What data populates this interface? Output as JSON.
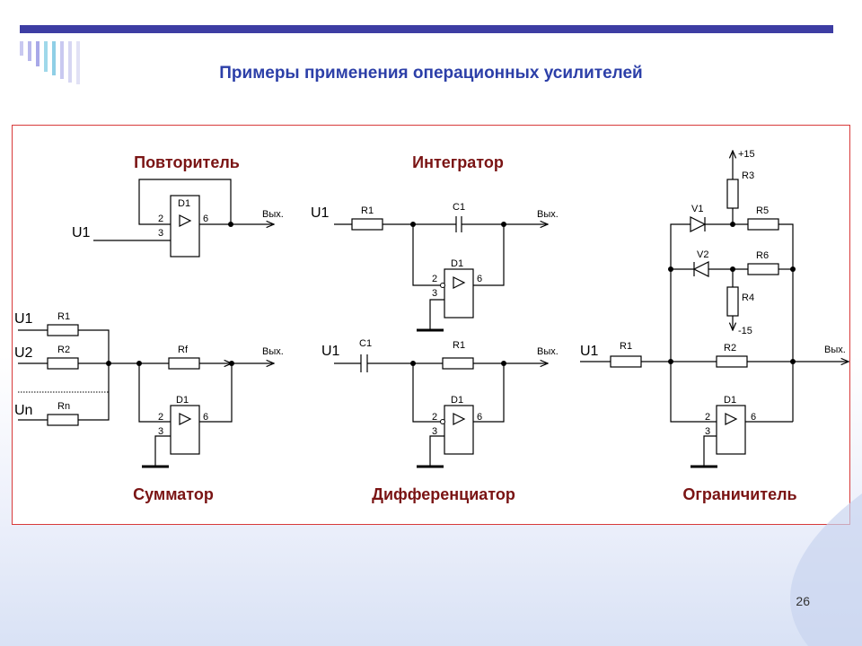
{
  "slide": {
    "title": "Примеры применения операционных усилителей",
    "page_number": "26",
    "accent_color": "#3d3da3",
    "title_color": "#2c3fa8",
    "caption_color": "#7a1414",
    "panel_border_color": "#d83a3a"
  },
  "circuits": {
    "follower": {
      "caption": "Повторитель",
      "input": "U1",
      "output": "Вых.",
      "opamp": "D1",
      "pin_inv": "2",
      "pin_noninv": "3",
      "pin_out": "6"
    },
    "integrator": {
      "caption": "Интегратор",
      "input": "U1",
      "output": "Вых.",
      "opamp": "D1",
      "resistor": "R1",
      "capacitor": "C1",
      "pin_inv": "2",
      "pin_noninv": "3",
      "pin_out": "6"
    },
    "summer": {
      "caption": "Сумматор",
      "inputs": [
        "U1",
        "U2",
        "Un"
      ],
      "resistors": [
        "R1",
        "R2",
        "Rn"
      ],
      "feedback": "Rf",
      "output": "Вых.",
      "opamp": "D1",
      "pin_inv": "2",
      "pin_noninv": "3",
      "pin_out": "6"
    },
    "differentiator": {
      "caption": "Дифференциатор",
      "input": "U1",
      "capacitor": "C1",
      "resistor": "R1",
      "output": "Вых.",
      "opamp": "D1",
      "pin_inv": "2",
      "pin_noninv": "3",
      "pin_out": "6"
    },
    "limiter": {
      "caption": "Ограничитель",
      "input": "U1",
      "resistors": [
        "R1",
        "R2",
        "R3",
        "R4",
        "R5",
        "R6"
      ],
      "diodes": [
        "V1",
        "V2"
      ],
      "supply_pos": "+15",
      "supply_neg": "-15",
      "output": "Вых.",
      "opamp": "D1",
      "pin_inv": "2",
      "pin_noninv": "3",
      "pin_out": "6"
    }
  }
}
